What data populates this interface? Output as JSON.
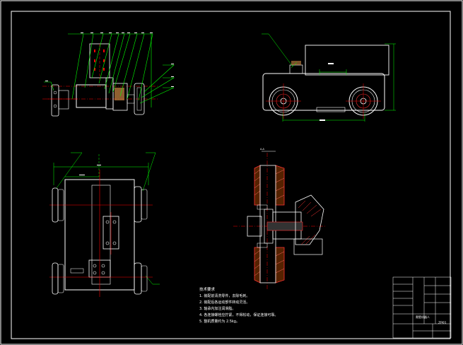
{
  "drawing": {
    "background": "#000000",
    "colors": {
      "outline": "#ffffff",
      "leader": "#00ff00",
      "centerline": "#ff0000",
      "hatch": "#ff3333",
      "hidden": "#ff00ff",
      "dimension": "#00ff00"
    }
  },
  "notes": {
    "title": "技术要求",
    "items": [
      "1. 装配前清洗零件，去除毛刺。",
      "2. 装配后各运动部件转动灵活。",
      "3. 轴承内加注润滑脂。",
      "4. 各连接螺栓应拧紧，不得松动，保证连接可靠。",
      "5. 整机质量约为 2.5kg。"
    ]
  },
  "title_block": {
    "title": "爬壁机器人",
    "drawing_no": "ZP01"
  },
  "section_label": "A-A"
}
